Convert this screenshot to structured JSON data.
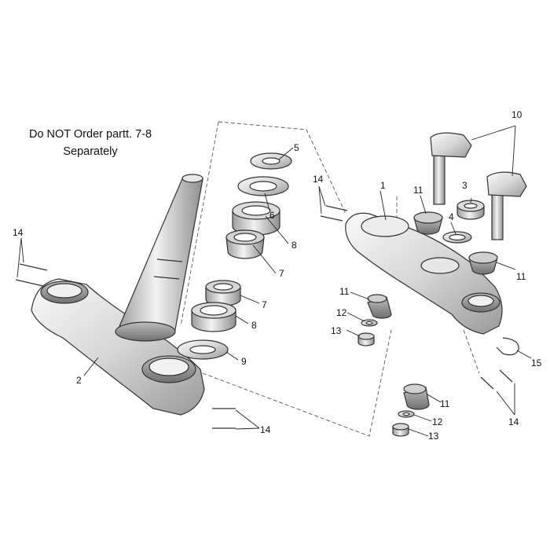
{
  "note": {
    "line1": "Do NOT Order partt. 7-8",
    "line2": "Separately"
  },
  "callouts": [
    {
      "id": "c1",
      "label": "1"
    },
    {
      "id": "c2",
      "label": "2"
    },
    {
      "id": "c3",
      "label": "3"
    },
    {
      "id": "c4",
      "label": "4"
    },
    {
      "id": "c5",
      "label": "5"
    },
    {
      "id": "c6",
      "label": "6"
    },
    {
      "id": "c7a",
      "label": "7"
    },
    {
      "id": "c7b",
      "label": "7"
    },
    {
      "id": "c8a",
      "label": "8"
    },
    {
      "id": "c8b",
      "label": "8"
    },
    {
      "id": "c9",
      "label": "9"
    },
    {
      "id": "c10",
      "label": "10"
    },
    {
      "id": "c11a",
      "label": "11"
    },
    {
      "id": "c11b",
      "label": "11"
    },
    {
      "id": "c11c",
      "label": "11"
    },
    {
      "id": "c11d",
      "label": "11"
    },
    {
      "id": "c12a",
      "label": "12"
    },
    {
      "id": "c12b",
      "label": "12"
    },
    {
      "id": "c13a",
      "label": "13"
    },
    {
      "id": "c13b",
      "label": "13"
    },
    {
      "id": "c14a",
      "label": "14"
    },
    {
      "id": "c14b",
      "label": "14"
    },
    {
      "id": "c14c",
      "label": "14"
    },
    {
      "id": "c14d",
      "label": "14"
    },
    {
      "id": "c15",
      "label": "15"
    }
  ]
}
